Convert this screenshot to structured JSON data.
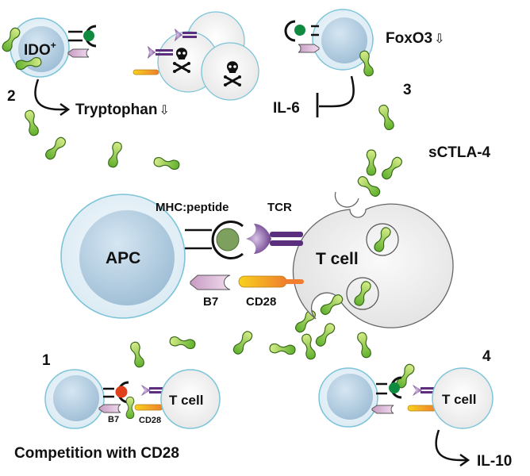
{
  "diagram": {
    "type": "immunology mechanism diagram",
    "center": {
      "apc_label": "APC",
      "tcell_label": "T cell",
      "mhc_label": "MHC:peptide",
      "tcr_label": "TCR",
      "b7_label": "B7",
      "cd28_label": "CD28",
      "sctla4_label": "sCTLA-4"
    },
    "panel1": {
      "number": "1",
      "tcell_label": "T cell",
      "b7_label": "B7",
      "cd28_label": "CD28",
      "caption": "Competition with CD28"
    },
    "panel2": {
      "number": "2",
      "cell_label": "IDO",
      "cell_label_sup": "+",
      "effect": "Tryptophan",
      "effect_arrow": "⇩"
    },
    "panel3": {
      "number": "3",
      "foxo_label": "FoxO3",
      "foxo_arrow": "⇩",
      "inhibit_label": "IL-6"
    },
    "panel4": {
      "number": "4",
      "tcell_label": "T cell",
      "output_label": "IL-10"
    },
    "colors": {
      "apc_outer": "#e4eff6",
      "apc_inner": "#a9c6dc",
      "cell_stroke": "#7cc4d8",
      "tcell_fill": "#ececec",
      "mhc_peptide": "#7ea05e",
      "peptide_green": "#0f8a3e",
      "peptide_red": "#e0401c",
      "tcr_purple": "#6b3f8c",
      "b7_pink": "#dcb8d8",
      "cd28_yellow": "#f5c81e",
      "cd28_orange": "#f08a30",
      "ctla4_green": "#7cc23c"
    }
  }
}
